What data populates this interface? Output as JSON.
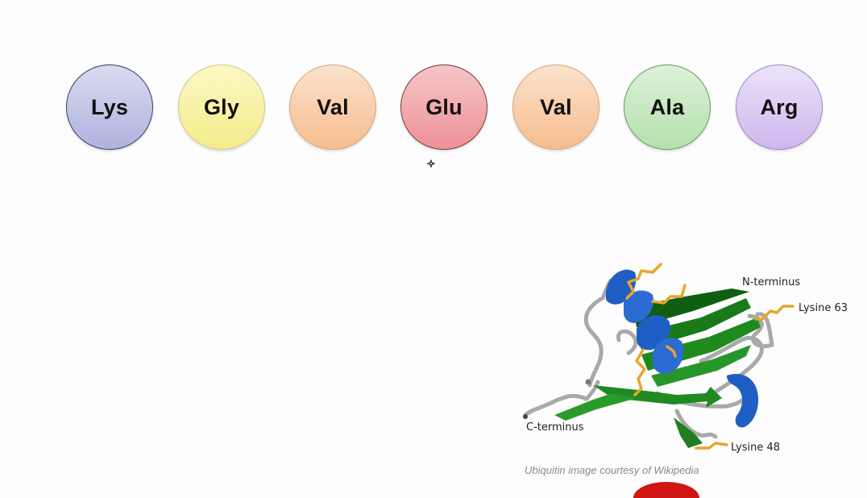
{
  "residues": [
    {
      "label": "Lys",
      "fill_top": "#d9dbf1",
      "fill_bottom": "#aeb2de",
      "border": "#3b3e6e"
    },
    {
      "label": "Gly",
      "fill_top": "#fbf8c4",
      "fill_bottom": "#f4ec8c",
      "border": "#cfc98e"
    },
    {
      "label": "Val",
      "fill_top": "#fbe2cc",
      "fill_bottom": "#f6bd8e",
      "border": "#d4a680"
    },
    {
      "label": "Glu",
      "fill_top": "#f6c6c8",
      "fill_bottom": "#ec9196",
      "border": "#7a3a3e"
    },
    {
      "label": "Val",
      "fill_top": "#fbe2cc",
      "fill_bottom": "#f6bd8e",
      "border": "#d4a680"
    },
    {
      "label": "Ala",
      "fill_top": "#dcf1d8",
      "fill_bottom": "#b4e0ac",
      "border": "#6c9a66"
    },
    {
      "label": "Arg",
      "fill_top": "#ece2f8",
      "fill_bottom": "#cdb7ef",
      "border": "#9a88bf"
    }
  ],
  "protein": {
    "labels": {
      "n_terminus": "N-terminus",
      "lysine_63": "Lysine 63",
      "c_terminus": "C-terminus",
      "lysine_48": "Lysine 48"
    },
    "colors": {
      "helix": "#1f5fc4",
      "sheet": "#1e8a1e",
      "loop": "#b8b8b8",
      "sidechain": "#e8a52c"
    },
    "credit": "Ubiquitin image courtesy of Wikipedia"
  },
  "accent_red": "#d01515"
}
